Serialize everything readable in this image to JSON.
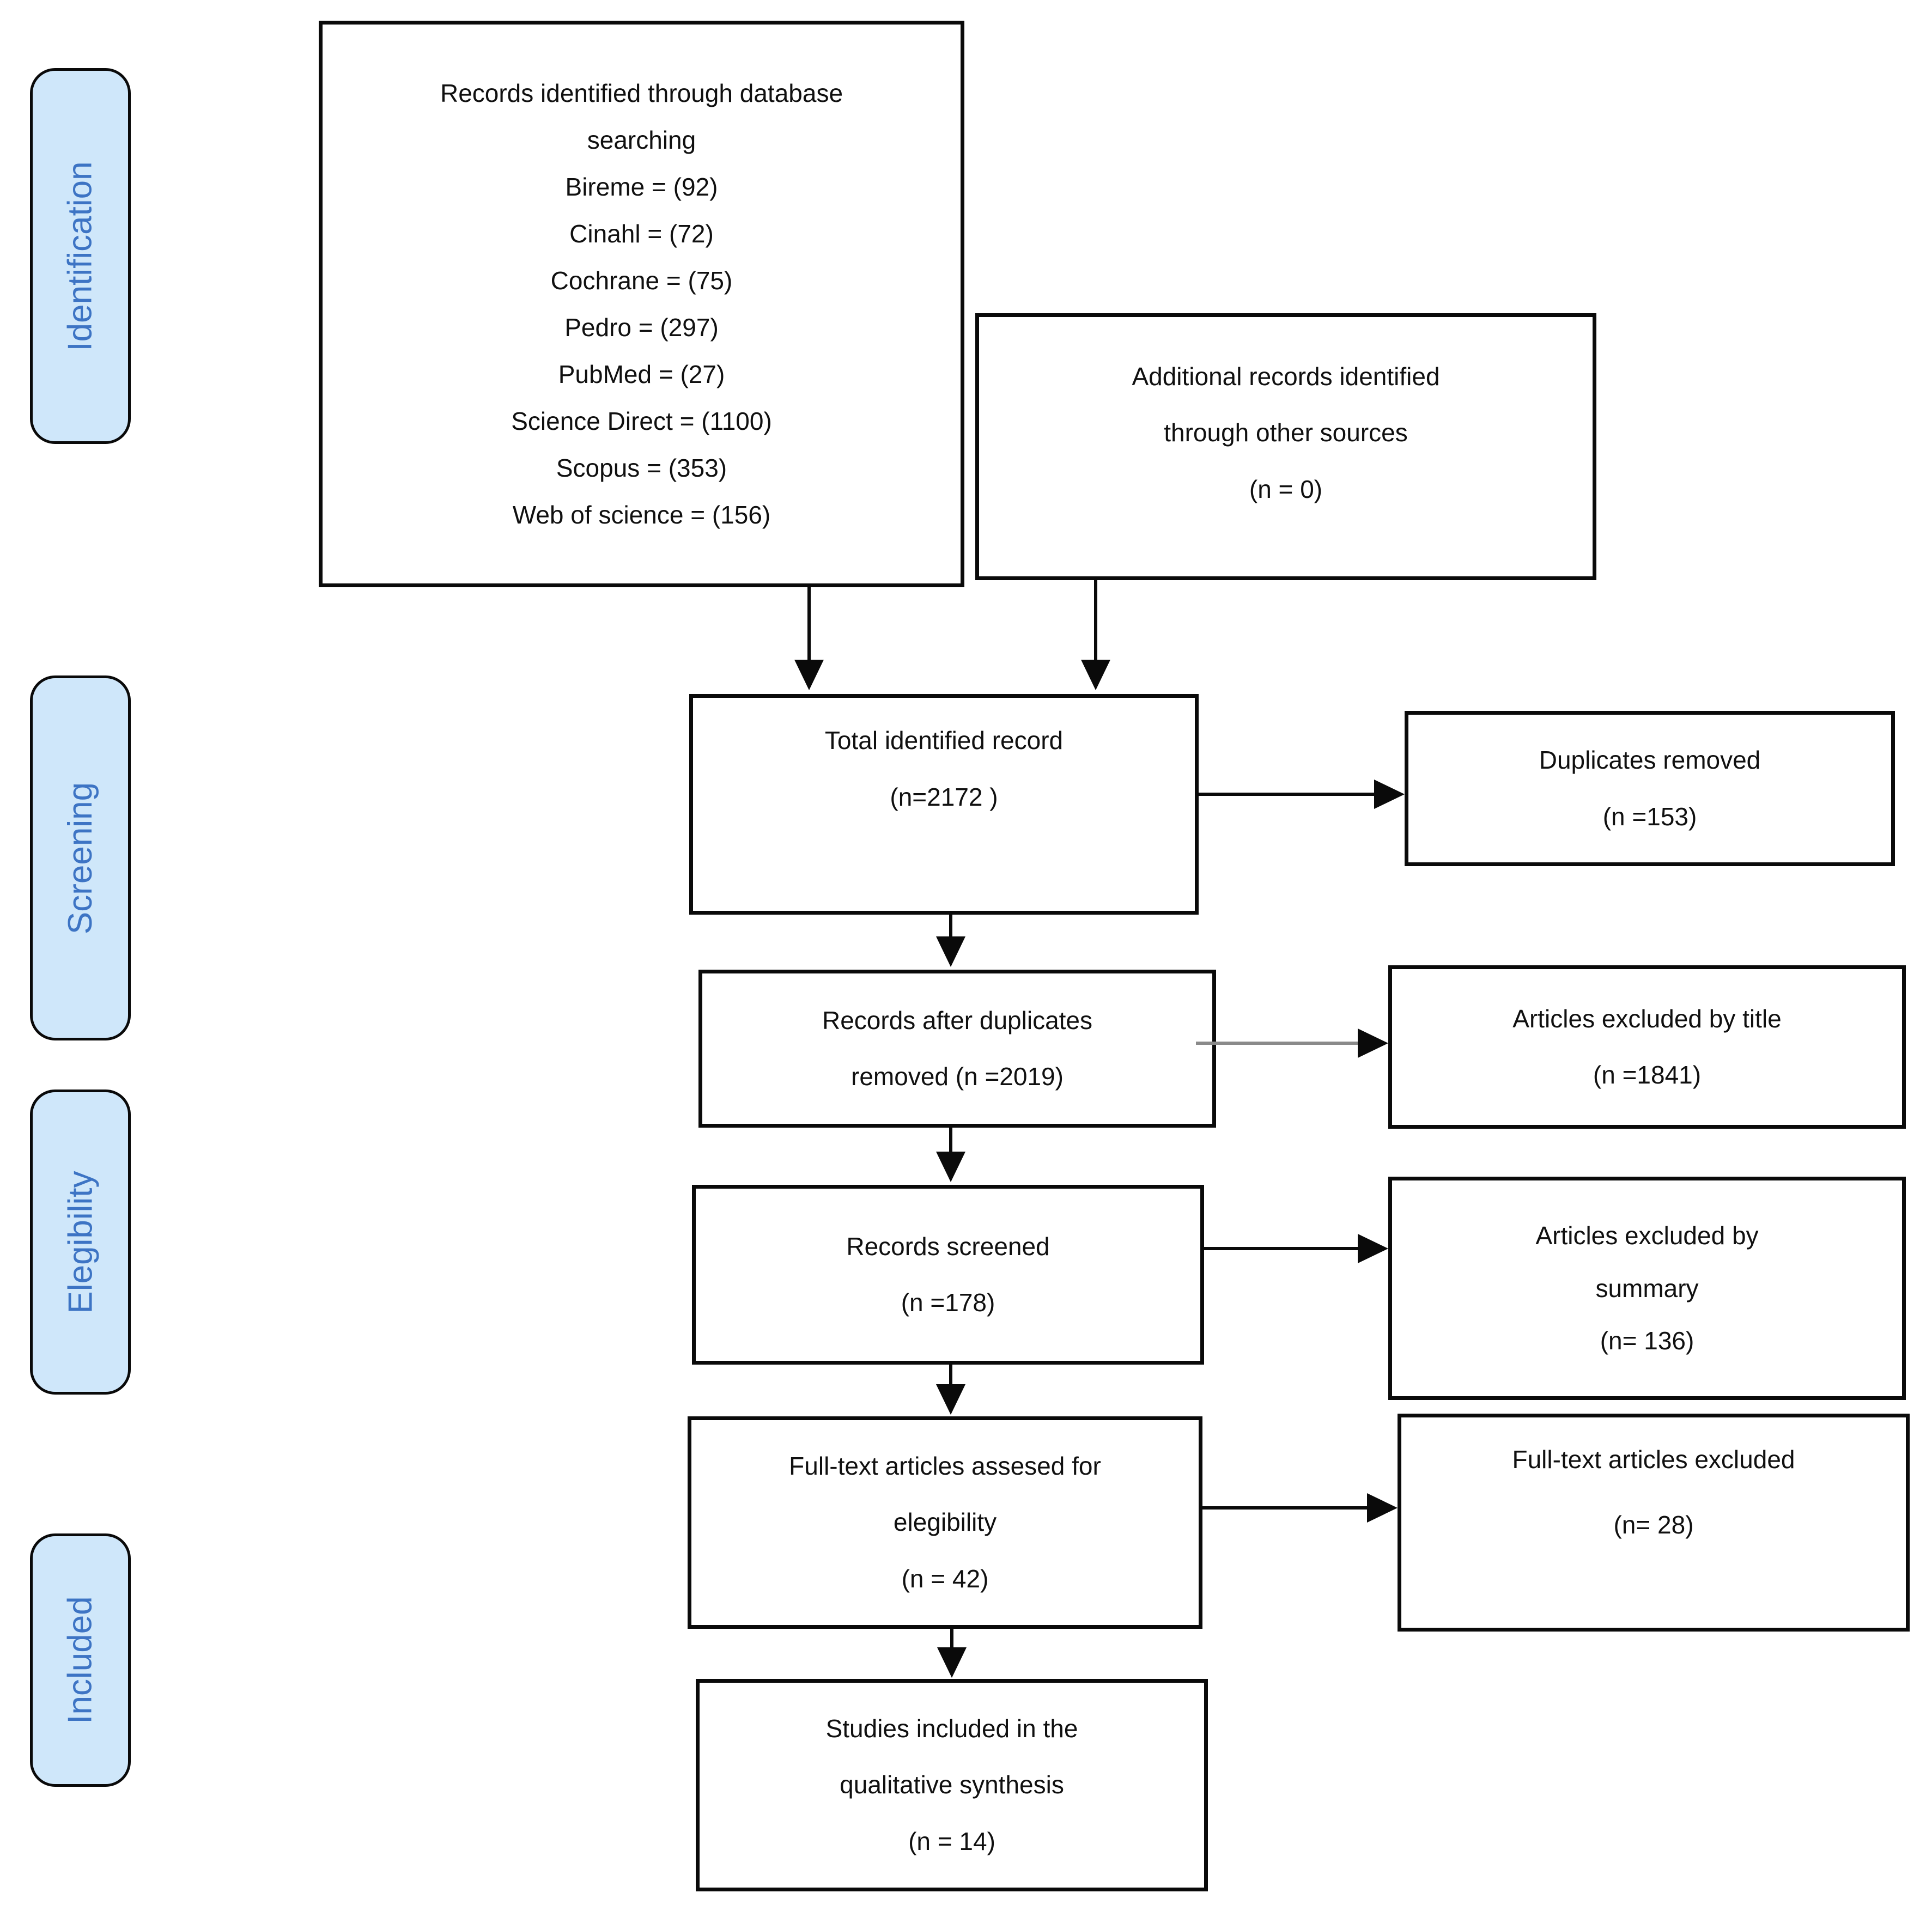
{
  "diagram": {
    "stages": [
      "Identification",
      "Screening",
      "Elegibility",
      "Included"
    ],
    "boxes": {
      "records_identified": {
        "lines": [
          "Records identified through database",
          "searching",
          "Bireme = (92)",
          "Cinahl = (72)",
          "Cochrane = (75)",
          "Pedro = (297)",
          "PubMed = (27)",
          "Science Direct = (1100)",
          "Scopus = (353)",
          "Web of science = (156)"
        ]
      },
      "additional_records": {
        "lines": [
          "Additional records identified",
          "through other sources",
          "(n = 0)"
        ]
      },
      "total_identified": {
        "lines": [
          "Total identified record",
          "(n=2172 )"
        ]
      },
      "duplicates_removed": {
        "lines": [
          "Duplicates removed",
          "(n =153)"
        ]
      },
      "records_after_duplicates": {
        "lines": [
          "Records after duplicates",
          "removed (n =2019)"
        ]
      },
      "excluded_by_title": {
        "lines": [
          "Articles excluded by title",
          "(n =1841)"
        ]
      },
      "records_screened": {
        "lines": [
          "Records screened",
          "(n =178)"
        ]
      },
      "excluded_by_summary": {
        "lines": [
          "Articles excluded by",
          "summary",
          "(n= 136)"
        ]
      },
      "fulltext_assessed": {
        "lines": [
          "Full-text articles assesed for",
          "elegibility",
          "(n = 42)"
        ]
      },
      "fulltext_excluded": {
        "lines": [
          "Full-text articles excluded",
          "(n= 28)"
        ]
      },
      "studies_included": {
        "lines": [
          "Studies included in the",
          "qualitative synthesis",
          "(n = 14)"
        ]
      }
    },
    "colors": {
      "stage_fill": "#cfe7fa",
      "stage_text": "#3d74c4",
      "box_border": "#0a0a0a",
      "gray_arrow": "#8a8a8a"
    }
  }
}
